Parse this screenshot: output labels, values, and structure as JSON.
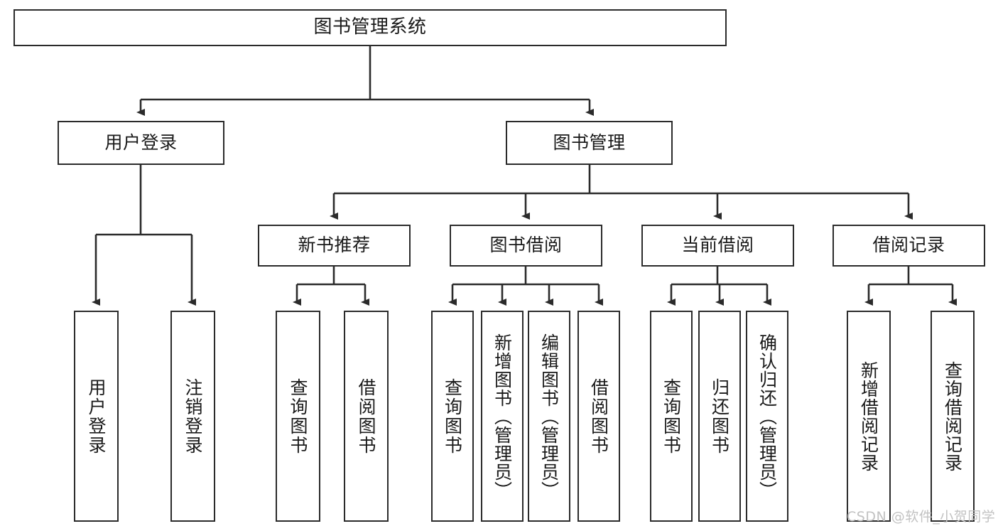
{
  "diagram": {
    "title": "图书管理系统",
    "type": "tree-hierarchy-chart",
    "root": {
      "label": "图书管理系统"
    },
    "level2": [
      {
        "label": "用户登录"
      },
      {
        "label": "图书管理"
      }
    ],
    "level3": [
      {
        "label": "新书推荐"
      },
      {
        "label": "图书借阅"
      },
      {
        "label": "当前借阅"
      },
      {
        "label": "借阅记录"
      }
    ],
    "leaves": {
      "user_login": [
        {
          "label": "用户登录"
        },
        {
          "label": "注销登录"
        }
      ],
      "new_book_recommend": [
        {
          "label": "查询图书"
        },
        {
          "label": "借阅图书"
        }
      ],
      "book_borrow": [
        {
          "label": "查询图书"
        },
        {
          "label": "新增图书（管理员）"
        },
        {
          "label": "编辑图书（管理员）"
        },
        {
          "label": "借阅图书"
        }
      ],
      "current_borrow": [
        {
          "label": "查询图书"
        },
        {
          "label": "归还图书"
        },
        {
          "label": "确认归还（管理员）"
        }
      ],
      "borrow_record": [
        {
          "label": "新增借阅记录"
        },
        {
          "label": "查询借阅记录"
        }
      ]
    }
  },
  "watermark": {
    "text": "CSDN @软件_小贺同学"
  },
  "colors": {
    "border": "#2b2b2b",
    "text": "#1a1a1a",
    "background": "#ffffff",
    "watermark": "#c2c2c2"
  }
}
